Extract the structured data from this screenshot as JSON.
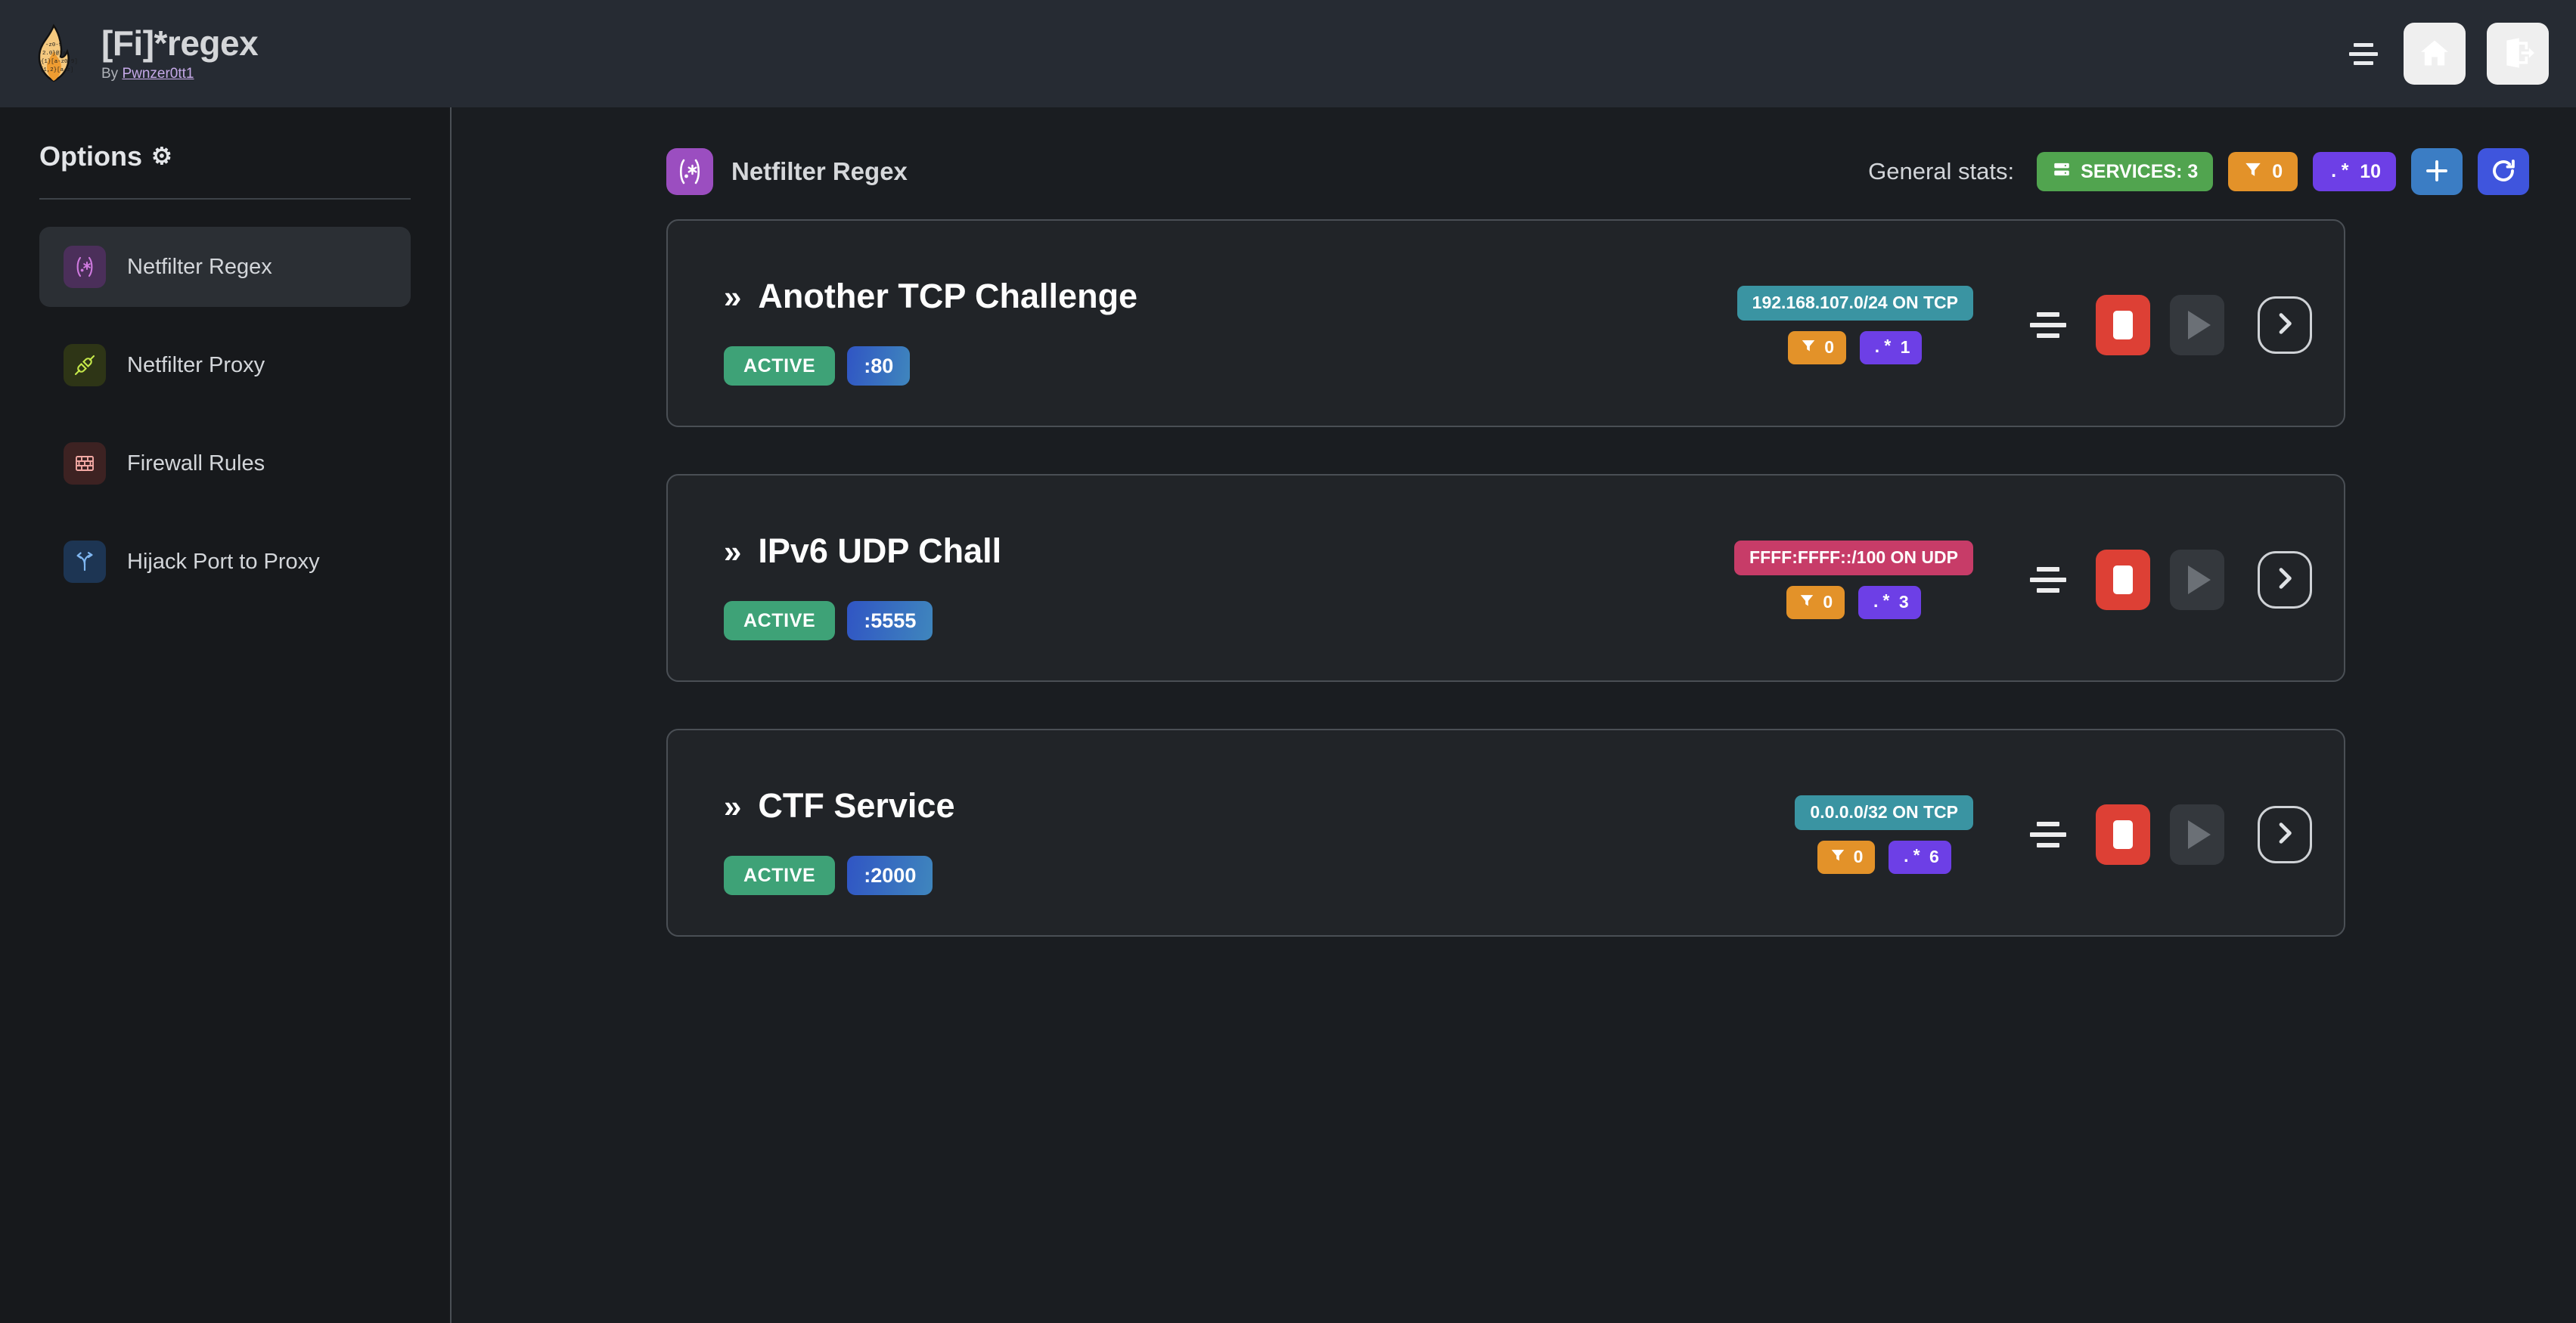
{
  "header": {
    "app_title": "[Fi]*regex",
    "byline_prefix": "By ",
    "author": "Pwnzer0tt1",
    "logo_icon": "flame-regex-logo",
    "menu_icon": "hamburger-menu-icon",
    "home_icon": "home-icon",
    "logout_icon": "logout-icon",
    "home_color": "#3d9270",
    "logout_color": "#2f70c5",
    "bg_color": "#262b33"
  },
  "sidebar": {
    "title": "Options",
    "gear_icon": "gear-icon",
    "items": [
      {
        "label": "Netfilter Regex",
        "icon": "regex-icon",
        "icon_bg": "#4b2f5a",
        "icon_color": "#d07ae0",
        "active": true
      },
      {
        "label": "Netfilter Proxy",
        "icon": "plug-connect-icon",
        "icon_bg": "#2e3516",
        "icon_color": "#c5e84a",
        "active": false
      },
      {
        "label": "Firewall Rules",
        "icon": "brick-wall-icon",
        "icon_bg": "#3d2222",
        "icon_color": "#f3a9a4",
        "active": false
      },
      {
        "label": "Hijack Port to Proxy",
        "icon": "route-fork-icon",
        "icon_bg": "#1d3553",
        "icon_color": "#7fb6f0",
        "active": false
      }
    ]
  },
  "main": {
    "section_icon": "regex-icon",
    "section_title": "Netfilter Regex",
    "stats_label": "General stats:",
    "stats": [
      {
        "name": "services-stat",
        "icon": "server-stack-icon",
        "text": "SERVICES: 3",
        "color": "#51a44f"
      },
      {
        "name": "filters-stat",
        "icon": "filter-icon",
        "text": "0",
        "color": "#e39229"
      },
      {
        "name": "regexes-stat",
        "icon": "regex-glyph",
        "text": "10",
        "color": "#6d3fe6"
      }
    ],
    "add_button_icon": "plus-icon",
    "add_button_color": "#3b7dc4",
    "refresh_button_icon": "refresh-icon",
    "refresh_button_color": "#3f55dd"
  },
  "services": [
    {
      "name": "Another TCP Challenge",
      "chevron": "»",
      "status": "ACTIVE",
      "port": ":80",
      "network": "192.168.107.0/24 ON TCP",
      "network_color": "#3a94a2",
      "filter_count": "0",
      "regex_count": "1",
      "config_icon": "settings-lines-icon",
      "stop_icon": "stop-icon",
      "start_icon": "play-icon",
      "detail_icon": "chevron-right-icon"
    },
    {
      "name": "IPv6 UDP Chall",
      "chevron": "»",
      "status": "ACTIVE",
      "port": ":5555",
      "network": "FFFF:FFFF::/100 ON UDP",
      "network_color": "#c73c68",
      "filter_count": "0",
      "regex_count": "3",
      "config_icon": "settings-lines-icon",
      "stop_icon": "stop-icon",
      "start_icon": "play-icon",
      "detail_icon": "chevron-right-icon"
    },
    {
      "name": "CTF Service",
      "chevron": "»",
      "status": "ACTIVE",
      "port": ":2000",
      "network": "0.0.0.0/32 ON TCP",
      "network_color": "#3a94a2",
      "filter_count": "0",
      "regex_count": "6",
      "config_icon": "settings-lines-icon",
      "stop_icon": "stop-icon",
      "start_icon": "play-icon",
      "detail_icon": "chevron-right-icon"
    }
  ]
}
